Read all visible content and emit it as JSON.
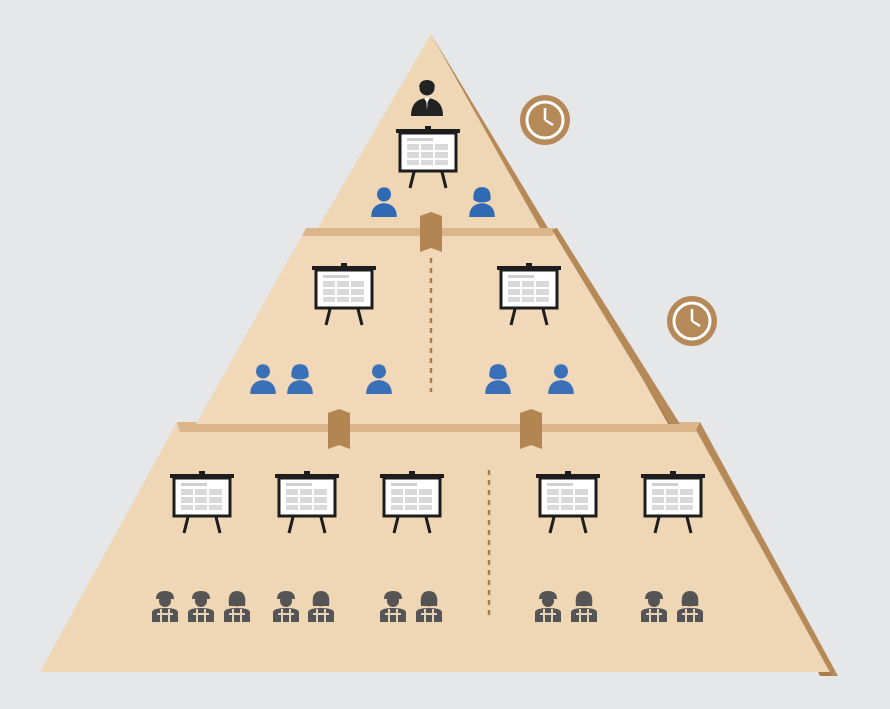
{
  "diagram": {
    "type": "organizational-pyramid",
    "colors": {
      "background": "#e6e7e9",
      "tier_face": "#efd6b4",
      "tier_top_edge": "#d2a877",
      "tier_side": "#a87d49",
      "connector": "#b28553",
      "clock_fill": "#b68a58",
      "manager_icon": "#222222",
      "supervisor_icon": "#2f6ab3",
      "staff_icon": "#555555",
      "board_frame": "#1d1d1d",
      "board_panel": "#ffffff",
      "board_cell": "#d9d9d9",
      "divider": "#a97c4e"
    },
    "tiers": [
      {
        "name": "top",
        "boards": 1,
        "people": [
          {
            "role": "manager",
            "icon": "businessman-icon"
          },
          {
            "role": "supervisor",
            "icon": "person-male-icon"
          },
          {
            "role": "supervisor",
            "icon": "person-female-icon"
          }
        ],
        "has_clock": true
      },
      {
        "name": "middle",
        "boards": 2,
        "groups": [
          [
            "person-male-icon",
            "person-female-icon",
            "person-male-icon"
          ],
          [
            "person-female-icon",
            "person-male-icon"
          ]
        ],
        "has_clock": true
      },
      {
        "name": "bottom",
        "boards": 5,
        "groups": [
          [
            "worker-male-icon",
            "worker-male-icon",
            "worker-female-icon"
          ],
          [
            "worker-male-icon",
            "worker-female-icon"
          ],
          [
            "worker-male-icon",
            "worker-female-icon"
          ],
          [
            "worker-male-icon",
            "worker-female-icon"
          ],
          [
            "worker-male-icon",
            "worker-female-icon"
          ]
        ],
        "has_clock": false
      }
    ]
  }
}
